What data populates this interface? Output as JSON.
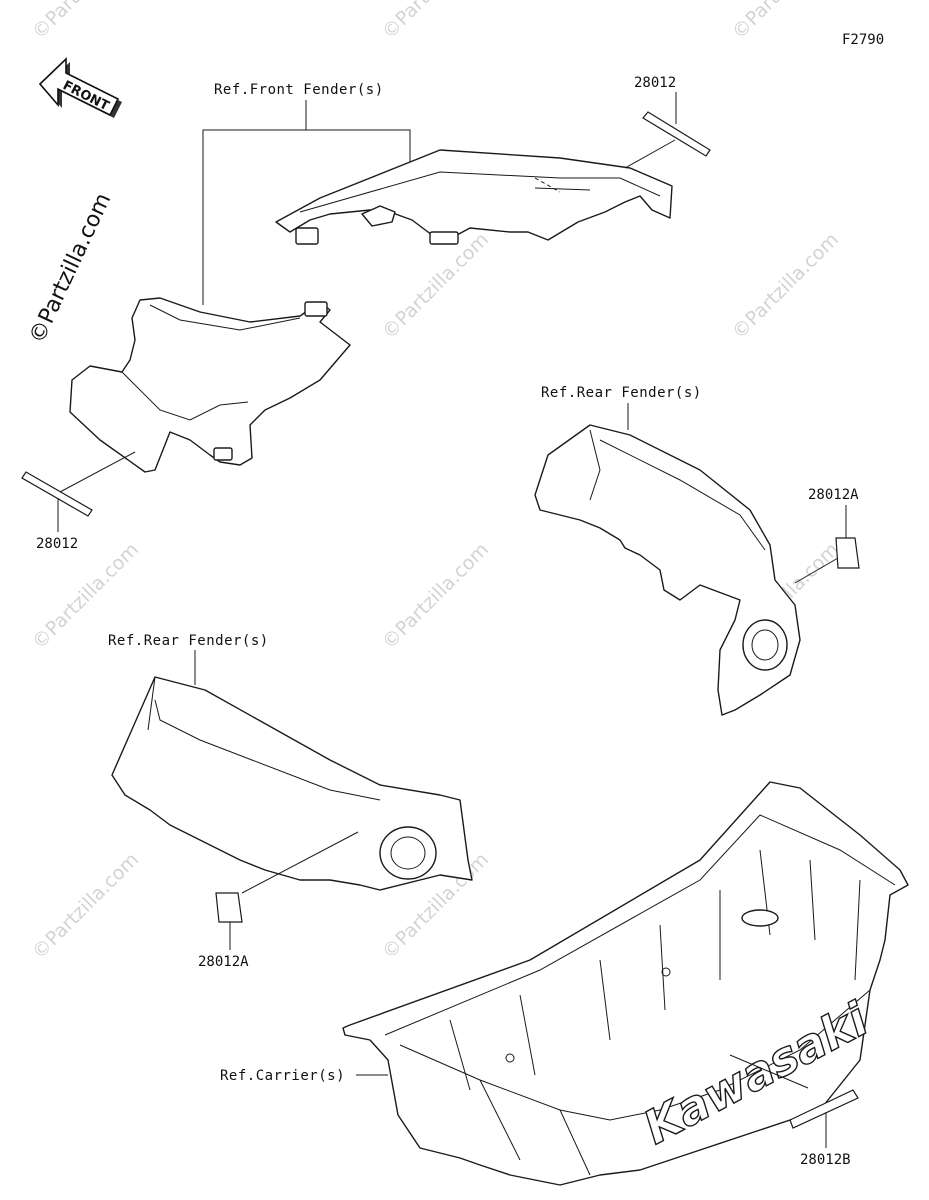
{
  "figure_code": "F2790",
  "front_arrow": {
    "label": "FRONT"
  },
  "watermark": "©Partzilla.com",
  "labels": {
    "front_fenders": "Ref.Front Fender(s)",
    "rear_fenders_right": "Ref.Rear Fender(s)",
    "rear_fenders_left": "Ref.Rear Fender(s)",
    "carrier": "Ref.Carrier(s)"
  },
  "brand_logo": "Kawasaki",
  "parts": [
    {
      "number": "28012",
      "position": "top-right"
    },
    {
      "number": "28012",
      "position": "left"
    },
    {
      "number": "28012A",
      "position": "right"
    },
    {
      "number": "28012A",
      "position": "lower-left"
    },
    {
      "number": "28012B",
      "position": "bottom-right"
    }
  ]
}
